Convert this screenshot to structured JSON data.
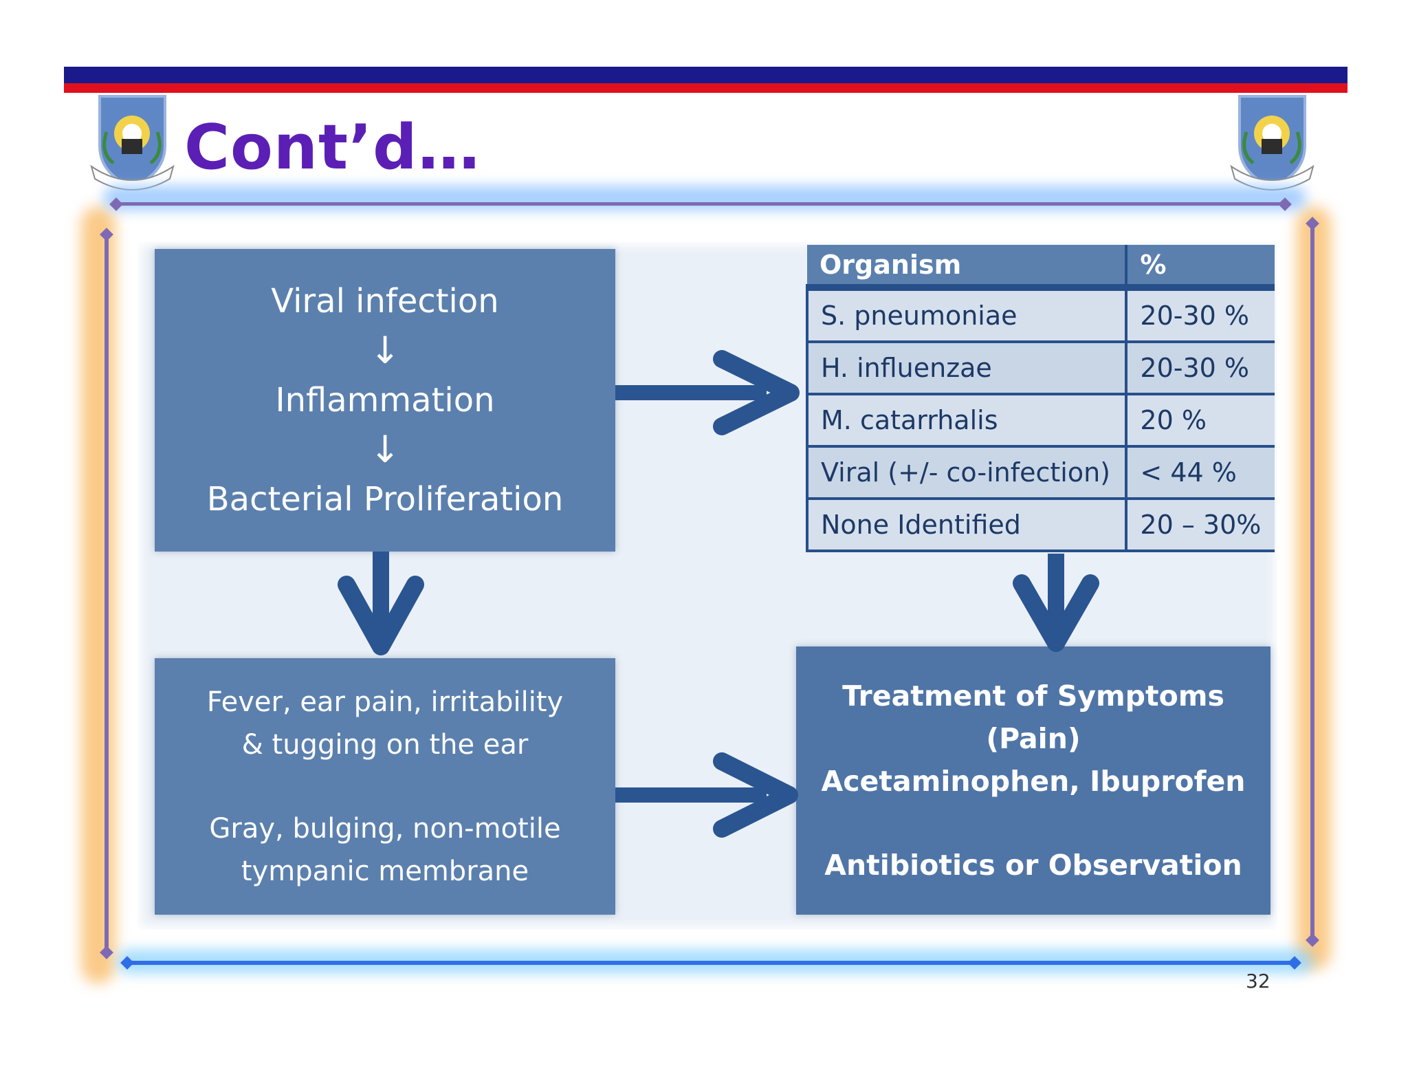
{
  "header": {
    "title": "Cont’d…",
    "colors": {
      "banner_top": "#1a1a8c",
      "banner_bottom": "#e0101e",
      "title": "#5b1fb5"
    },
    "logo_icon": "jimma-university-crest-icon"
  },
  "diagram": {
    "box_cause": {
      "line1": "Viral infection",
      "arrow1": "↓",
      "line2": "Inflammation",
      "arrow2": "↓",
      "line3": "Bacterial Proliferation"
    },
    "box_symptoms": {
      "line1": "Fever, ear pain, irritability",
      "line2": "& tugging on the ear",
      "line3": "Gray, bulging, non-motile",
      "line4": "tympanic membrane"
    },
    "box_treatment": {
      "line1": "Treatment of Symptoms (Pain)",
      "line2": "Acetaminophen, Ibuprofen",
      "line3": "Antibiotics or Observation"
    },
    "table": {
      "headers": [
        "Organism",
        "%"
      ],
      "rows": [
        [
          "S. pneumoniae",
          "20-30 %"
        ],
        [
          "H. influenzae",
          "20-30 %"
        ],
        [
          "M. catarrhalis",
          "20 %"
        ],
        [
          "Viral (+/- co-infection)",
          "< 44 %"
        ],
        [
          "None Identified",
          "20 – 30%"
        ]
      ]
    },
    "colors": {
      "box": "#5b80ae",
      "arrow": "#2a5590",
      "panel": "#eaf0f7"
    }
  },
  "footer": {
    "page_number": "32"
  }
}
